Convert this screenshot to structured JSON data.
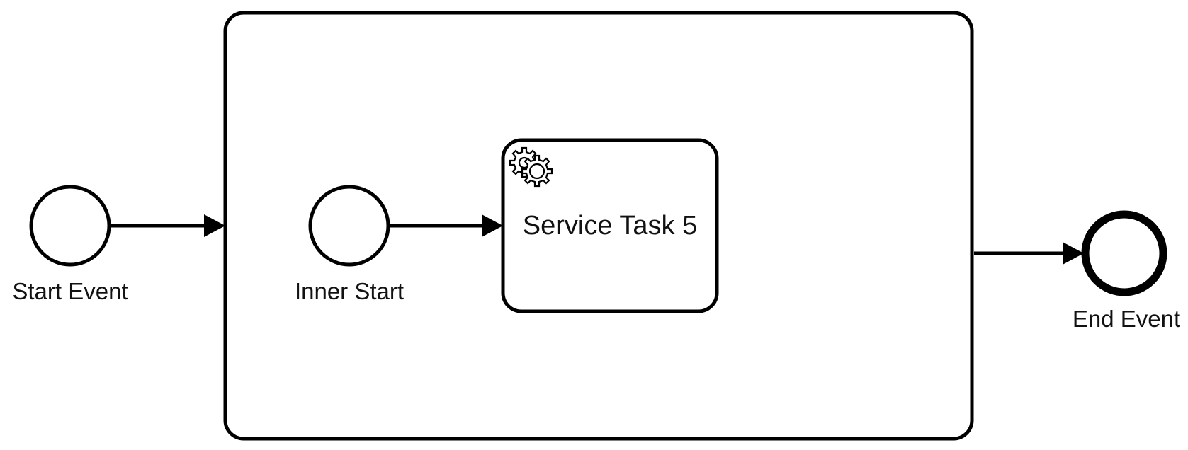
{
  "diagram": {
    "stroke_color": "#000000",
    "background": "#ffffff",
    "elements": {
      "start_event": {
        "label": "Start Event"
      },
      "subprocess": {
        "label": ""
      },
      "inner_start": {
        "label": "Inner Start"
      },
      "service_task": {
        "label": "Service Task 5",
        "icon": "gears-icon"
      },
      "end_event": {
        "label": "End Event"
      }
    }
  }
}
